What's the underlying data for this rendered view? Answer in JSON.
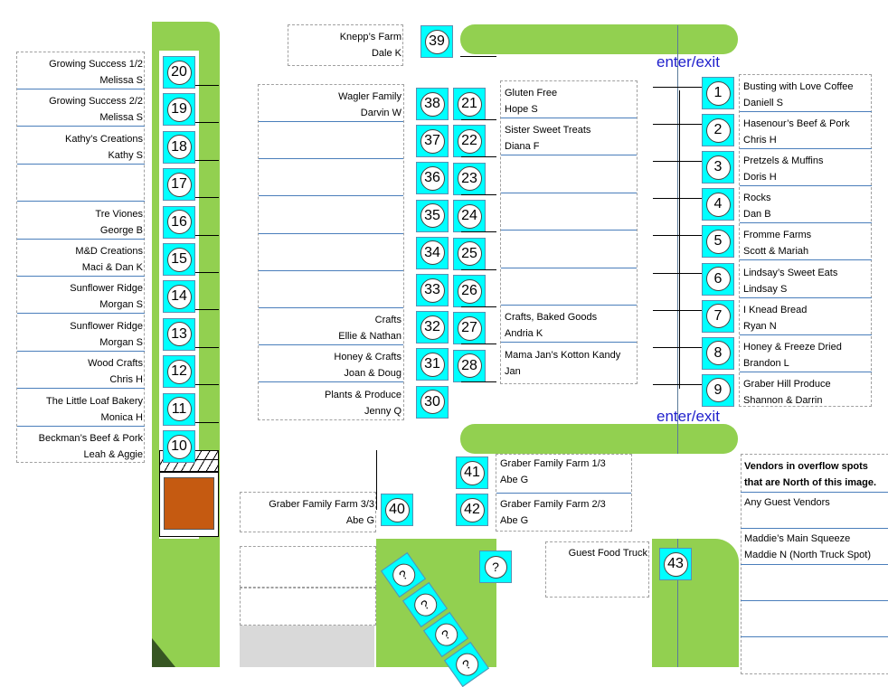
{
  "entrances": {
    "top": "enter/exit",
    "bottom": "enter/exit"
  },
  "left_vendors": [
    {
      "booth": "20",
      "name": "Growing Success 1/2",
      "person": "Melissa S"
    },
    {
      "booth": "19",
      "name": "Growing Success 2/2",
      "person": "Melissa S"
    },
    {
      "booth": "18",
      "name": "Kathy’s Creations",
      "person": "Kathy S"
    },
    {
      "booth": "17",
      "name": "",
      "person": ""
    },
    {
      "booth": "16",
      "name": "Tre Viones",
      "person": "George B"
    },
    {
      "booth": "15",
      "name": "M&D Creations",
      "person": "Maci & Dan K"
    },
    {
      "booth": "14",
      "name": "Sunflower Ridge",
      "person": "Morgan S"
    },
    {
      "booth": "13",
      "name": "Sunflower Ridge",
      "person": "Morgan S"
    },
    {
      "booth": "12",
      "name": "Wood Crafts",
      "person": "Chris H"
    },
    {
      "booth": "11",
      "name": "The Little Loaf Bakery",
      "person": "Monica H"
    },
    {
      "booth": "10",
      "name": "Beckman’s Beef  & Pork",
      "person": "Leah & Aggie"
    }
  ],
  "center_left_vendors": [
    {
      "booth": "38",
      "name": "Wagler Family",
      "person": "Darvin W"
    },
    {
      "booth": "37",
      "name": "",
      "person": ""
    },
    {
      "booth": "36",
      "name": "",
      "person": ""
    },
    {
      "booth": "35",
      "name": "",
      "person": ""
    },
    {
      "booth": "34",
      "name": "",
      "person": ""
    },
    {
      "booth": "33",
      "name": "",
      "person": ""
    },
    {
      "booth": "32",
      "name": "Crafts",
      "person": "Ellie & Nathan"
    },
    {
      "booth": "31",
      "name": "Honey & Crafts",
      "person": "Joan & Doug"
    },
    {
      "booth": "30",
      "name": "Plants & Produce",
      "person": "Jenny Q"
    }
  ],
  "center_right_vendors": [
    {
      "booth": "21",
      "name": "Gluten Free",
      "person": "Hope S"
    },
    {
      "booth": "22",
      "name": "Sister Sweet Treats",
      "person": "Diana F"
    },
    {
      "booth": "23",
      "name": "",
      "person": ""
    },
    {
      "booth": "24",
      "name": "",
      "person": ""
    },
    {
      "booth": "25",
      "name": "",
      "person": ""
    },
    {
      "booth": "26",
      "name": "",
      "person": ""
    },
    {
      "booth": "27",
      "name": "Crafts, Baked Goods",
      "person": "Andria K"
    },
    {
      "booth": "28",
      "name": "Mama Jan’s Kotton Kandy",
      "person": "Jan"
    }
  ],
  "right_vendors": [
    {
      "booth": "1",
      "name": "Busting with Love Coffee",
      "person": "Daniell S"
    },
    {
      "booth": "2",
      "name": "Hasenour’s Beef & Pork",
      "person": "Chris H"
    },
    {
      "booth": "3",
      "name": "Pretzels & Muffins",
      "person": "Doris H"
    },
    {
      "booth": "4",
      "name": "Rocks",
      "person": "Dan B"
    },
    {
      "booth": "5",
      "name": "Fromme Farms",
      "person": "Scott & Mariah"
    },
    {
      "booth": "6",
      "name": "Lindsay’s Sweet Eats",
      "person": "Lindsay S"
    },
    {
      "booth": "7",
      "name": "I Knead Bread",
      "person": "Ryan N"
    },
    {
      "booth": "8",
      "name": "Honey & Freeze Dried",
      "person": "Brandon L"
    },
    {
      "booth": "9",
      "name": "Graber Hill Produce",
      "person": "Shannon & Darrin"
    }
  ],
  "top_vendor": {
    "booth": "39",
    "name": "Knepp’s Farm",
    "person": "Dale K"
  },
  "lower_vendors": [
    {
      "booth": "41",
      "name": "Graber Family Farm 1/3",
      "person": "Abe G"
    },
    {
      "booth": "42",
      "name": "Graber Family Farm 2/3",
      "person": "Abe G"
    },
    {
      "booth": "40",
      "name": "Graber Family Farm 3/3",
      "person": "Abe G"
    },
    {
      "booth": "43",
      "name": "Guest Food Truck",
      "person": ""
    }
  ],
  "overflow": {
    "heading": "Vendors in overflow spots that are North of this image.",
    "line1": "Any Guest Vendors",
    "line2_name": "Maddie’s Main Squeeze",
    "line2_person": "Maddie N (North Truck Spot)"
  },
  "question_booths": [
    "?",
    "?",
    "?",
    "?",
    "?"
  ],
  "colors": {
    "grass": "#92d050",
    "booth": "#00ffff",
    "brown": "#c55a11",
    "entrance": "#1f1fcc",
    "row_line": "#4a7ebb"
  }
}
